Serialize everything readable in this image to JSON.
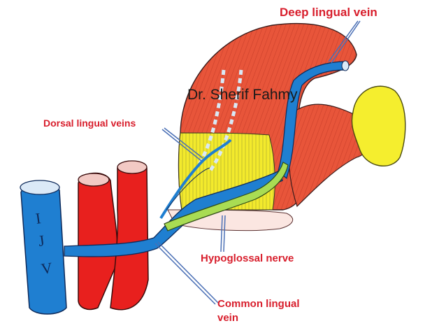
{
  "labels": {
    "deep_lingual_vein": "Deep lingual vein",
    "author": "Dr. Sherif Fahmy",
    "dorsal_lingual_veins": "Dorsal lingual veins",
    "hypoglossal_nerve": "Hypoglossal nerve",
    "common_lingual_vein_line1": "Common lingual",
    "common_lingual_vein_line2": "vein"
  },
  "ijv_letters": [
    "I",
    "J",
    "V"
  ],
  "colors": {
    "label_red": "#d81e2c",
    "vein_blue": "#1f7fd1",
    "muscle_red": "#e8553a",
    "artery_red": "#e8201e",
    "gland_yellow": "#f5ee2e",
    "nerve_green": "#a9dc53",
    "pointer_blue": "#4a6fb5"
  }
}
